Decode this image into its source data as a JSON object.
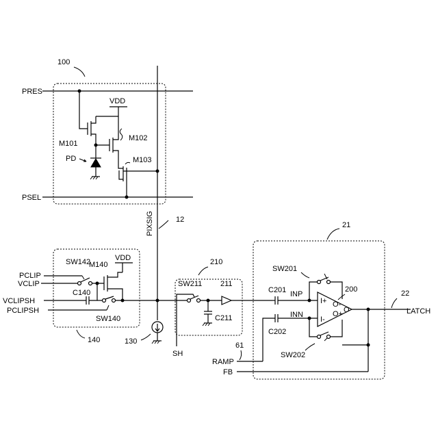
{
  "blocks": {
    "pixel": "100",
    "clip": "140",
    "sample_hold": "210",
    "comparator_block": "21"
  },
  "signals": {
    "pres": "PRES",
    "psel": "PSEL",
    "pixsig": "PIXSIG",
    "pixsig_ref": "12",
    "pclip": "PCLIP",
    "vclip": "VCLIP",
    "vclipsh": "VCLIPSH",
    "pclipsh": "PCLIPSH",
    "sh": "SH",
    "ramp": "RAMP",
    "ramp_ref": "61",
    "fb": "FB",
    "latch": "LATCH",
    "latch_ref": "22"
  },
  "components": {
    "vdd_pixel": "VDD",
    "m101": "M101",
    "m102": "M102",
    "m103": "M103",
    "pd": "PD",
    "vdd_clip": "VDD",
    "m140": "M140",
    "sw142": "SW142",
    "c140": "C140",
    "sw140": "SW140",
    "current_source": "130",
    "sw211": "SW211",
    "buffer": "211",
    "c211": "C211",
    "c201": "C201",
    "c202": "C202",
    "inp": "INP",
    "inn": "INN",
    "sw201": "SW201",
    "sw202": "SW202",
    "comparator": "200",
    "comp_in_plus": "I+",
    "comp_in_minus": "I-",
    "comp_out_minus": "O-",
    "comp_out_plus": "O+",
    "comp_out": "O"
  }
}
